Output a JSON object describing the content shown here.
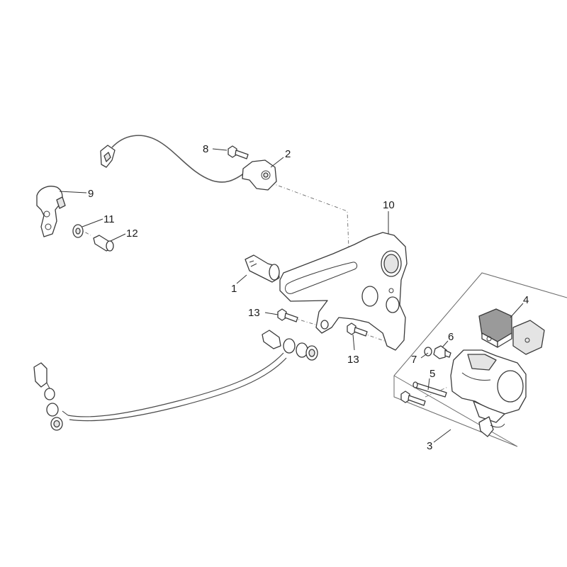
{
  "callouts": {
    "c1": "1",
    "c2": "2",
    "c3": "3",
    "c4": "4",
    "c5": "5",
    "c6": "6",
    "c7": "7",
    "c8": "8",
    "c9": "9",
    "c10": "10",
    "c11": "11",
    "c12": "12",
    "c13a": "13",
    "c13b": "13"
  }
}
